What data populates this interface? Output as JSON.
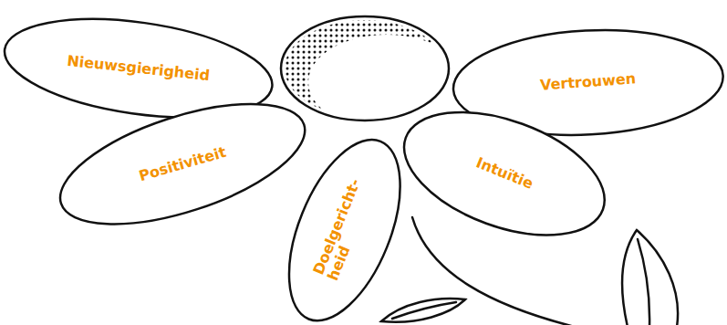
{
  "diagram": {
    "nodes": [
      {
        "text": [
          "Nieuwsgierigheid"
        ]
      },
      {
        "text": [
          "Vertrouwen"
        ]
      },
      {
        "text": [
          "Positiviteit"
        ]
      },
      {
        "text": [
          "Intuïtie"
        ]
      },
      {
        "text": [
          "Doelgericht- heid"
        ]
      }
    ]
  }
}
